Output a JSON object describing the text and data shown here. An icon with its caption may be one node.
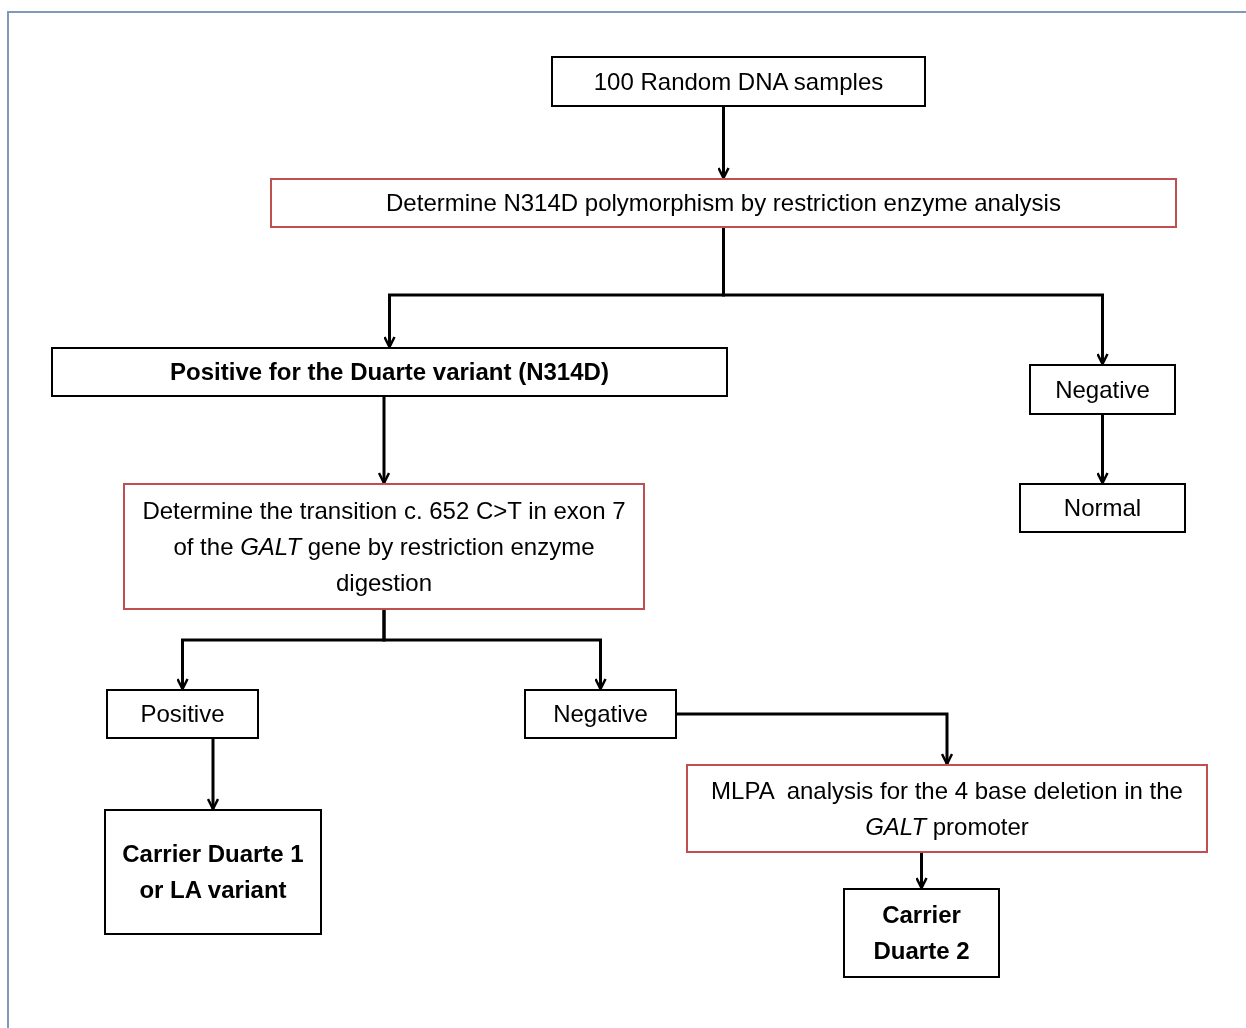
{
  "diagram": {
    "nodes": [
      {
        "text": [
          "100 Random DNA samples"
        ]
      },
      {
        "text": [
          "Determine N314D polymorphism by restriction enzyme analysis"
        ]
      },
      {
        "text": [
          "Positive for the Duarte variant (N314D)"
        ]
      },
      {
        "text": [
          "Negative"
        ]
      },
      {
        "text": [
          "Normal"
        ]
      },
      {
        "text": [
          "Determine the transition c. 652 C>T in exon 7 of the *GALT* gene by restriction enzyme digestion"
        ]
      },
      {
        "text": [
          "Positive"
        ]
      },
      {
        "text": [
          "Negative"
        ]
      },
      {
        "text": [
          "Carrier Duarte 1 or LA variant"
        ]
      },
      {
        "text": [
          "MLPA  analysis for the 4 base deletion in the *GALT* promoter"
        ]
      },
      {
        "text": [
          "Carrier Duarte 2"
        ]
      }
    ],
    "edges": [
      {
        "from": 0,
        "to": 1,
        "arrow": "to"
      },
      {
        "from": 1,
        "to": 2,
        "arrow": "to"
      },
      {
        "from": 1,
        "to": 3,
        "arrow": "to"
      },
      {
        "from": 3,
        "to": 4,
        "arrow": "to"
      },
      {
        "from": 2,
        "to": 5,
        "arrow": "to"
      },
      {
        "from": 5,
        "to": 6,
        "arrow": "to"
      },
      {
        "from": 5,
        "to": 7,
        "arrow": "to"
      },
      {
        "from": 6,
        "to": 8,
        "arrow": "to"
      },
      {
        "from": 7,
        "to": 9,
        "arrow": "to"
      },
      {
        "from": 9,
        "to": 10,
        "arrow": "to"
      }
    ]
  }
}
